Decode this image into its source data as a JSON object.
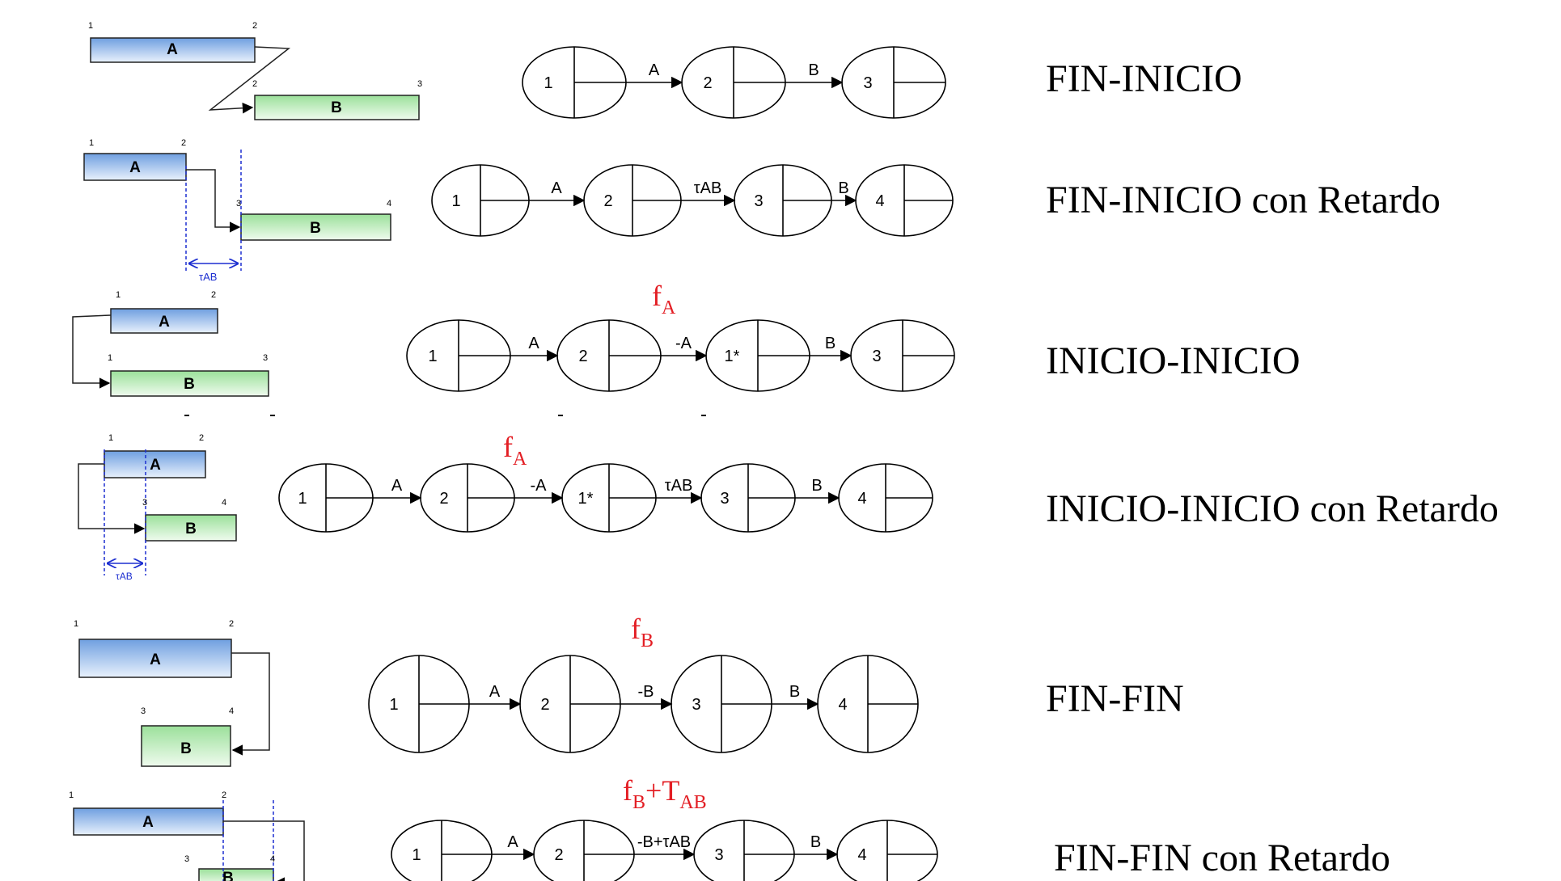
{
  "rows": [
    {
      "relation": "FIN-INICIO",
      "nodes": [
        "1",
        "2",
        "3"
      ],
      "arrows": [
        "A",
        "B"
      ]
    },
    {
      "relation": "FIN-INICIO con Retardo",
      "nodes": [
        "1",
        "2",
        "3",
        "4"
      ],
      "arrows": [
        "A",
        "τAB",
        "B"
      ],
      "lag": "τAB"
    },
    {
      "relation": "INICIO-INICIO",
      "nodes": [
        "1",
        "2",
        "1*",
        "3"
      ],
      "arrows": [
        "A",
        "-A",
        "B"
      ],
      "annotation": {
        "base": "f",
        "sub": "A"
      }
    },
    {
      "relation": "INICIO-INICIO con Retardo",
      "nodes": [
        "1",
        "2",
        "1*",
        "3",
        "4"
      ],
      "arrows": [
        "A",
        "-A",
        "τAB",
        "B"
      ],
      "annotation": {
        "base": "f",
        "sub": "A"
      },
      "lag": "τAB"
    },
    {
      "relation": "FIN-FIN",
      "nodes": [
        "1",
        "2",
        "3",
        "4"
      ],
      "arrows": [
        "A",
        "-B",
        "B"
      ],
      "annotation": {
        "base": "f",
        "sub": "B"
      }
    },
    {
      "relation": "FIN-FIN con Retardo",
      "nodes": [
        "1",
        "2",
        "3",
        "4"
      ],
      "arrows": [
        "A",
        "-B+τAB",
        "B"
      ],
      "annotation": {
        "base": "f",
        "sub": "B",
        "plus": "+T",
        "sub2": "AB"
      }
    }
  ],
  "bars": {
    "a": "A",
    "b": "B"
  },
  "gantt_numbers": {
    "r1": [
      "1",
      "2",
      "2",
      "3"
    ],
    "r2": [
      "1",
      "2",
      "3",
      "4"
    ],
    "r3": [
      "1",
      "2",
      "1",
      "3"
    ],
    "r4": [
      "1",
      "2",
      "3",
      "4"
    ],
    "r5": [
      "1",
      "2",
      "3",
      "4"
    ],
    "r6": [
      "1",
      "2",
      "3",
      "4"
    ]
  },
  "colors": {
    "bar_a": "#9fc2ec",
    "bar_b": "#c7efc3",
    "annotation": "#e31e24",
    "lag": "#1d2fd0"
  }
}
